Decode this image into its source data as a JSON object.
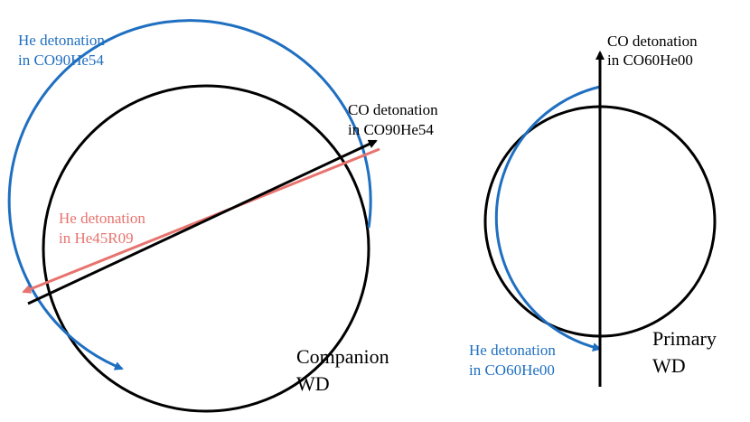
{
  "colors": {
    "blue": "#1f6fc1",
    "red": "#e8736e",
    "black": "#000000"
  },
  "companion": {
    "name_line1": "Companion",
    "name_line2": "WD",
    "he_label_line1": "He detonation",
    "he_label_line2": "in CO90He54",
    "co_label_line1": "CO detonation",
    "co_label_line2": "in CO90He54",
    "he45_label_line1": "He detonation",
    "he45_label_line2": "in He45R09"
  },
  "primary": {
    "name_line1": "Primary",
    "name_line2": "WD",
    "co_label_line1": "CO detonation",
    "co_label_line2": "in CO60He00",
    "he_label_line1": "He detonation",
    "he_label_line2": "in CO60He00"
  }
}
